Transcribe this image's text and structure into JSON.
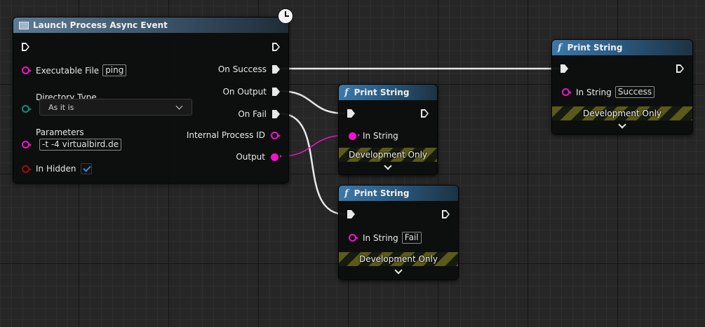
{
  "nodes": {
    "launch": {
      "title": "Launch Process Async Event",
      "inputs": {
        "executable_label": "Executable File",
        "executable_value": "ping",
        "directory_label": "Directory Type",
        "directory_value": "As it is",
        "parameters_label": "Parameters",
        "parameters_value": "-t -4 virtualbird.de",
        "hidden_label": "In Hidden",
        "hidden_checked": true
      },
      "outputs": {
        "on_success": "On Success",
        "on_output": "On Output",
        "on_fail": "On Fail",
        "process_id": "Internal Process ID",
        "output": "Output"
      }
    },
    "print_output": {
      "title": "Print String",
      "in_string_label": "In String",
      "footer": "Development Only"
    },
    "print_fail": {
      "title": "Print String",
      "in_string_label": "In String",
      "in_string_value": "Fail",
      "footer": "Development Only"
    },
    "print_success": {
      "title": "Print String",
      "in_string_label": "In String",
      "in_string_value": "Success",
      "footer": "Development Only"
    }
  },
  "icons": {
    "function": "f",
    "latent": "clock-icon"
  },
  "colors": {
    "string_pin": "#f014c8",
    "exec_wire": "#e8e8e8",
    "enum_pin": "#1a8a7a",
    "bool_pin": "#9a0f0f",
    "header_blue": "#2c5f88",
    "stripe": "#5a5a1a"
  }
}
